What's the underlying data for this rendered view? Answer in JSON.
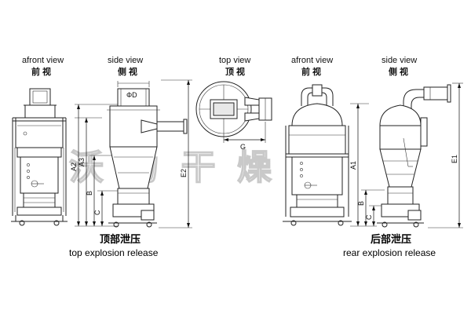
{
  "views": {
    "v1_en": "afront view",
    "v1_cn": "前 视",
    "v2_en": "side view",
    "v2_cn": "侧 视",
    "v3_en": "top view",
    "v3_cn": "顶 视",
    "v4_en": "afront view",
    "v4_cn": "前 视",
    "v5_en": "side view",
    "v5_cn": "侧 视"
  },
  "dims": {
    "phiD": "ΦD",
    "A2": "A2",
    "A3": "A3",
    "B": "B",
    "C": "C",
    "E2": "E2",
    "G": "G",
    "A1": "A1",
    "E1": "E1"
  },
  "captions": {
    "top_cn": "顶部泄压",
    "top_en": "top explosion release",
    "rear_cn": "后部泄压",
    "rear_en": "rear explosion release"
  },
  "watermark": "沃 力 干 燥"
}
